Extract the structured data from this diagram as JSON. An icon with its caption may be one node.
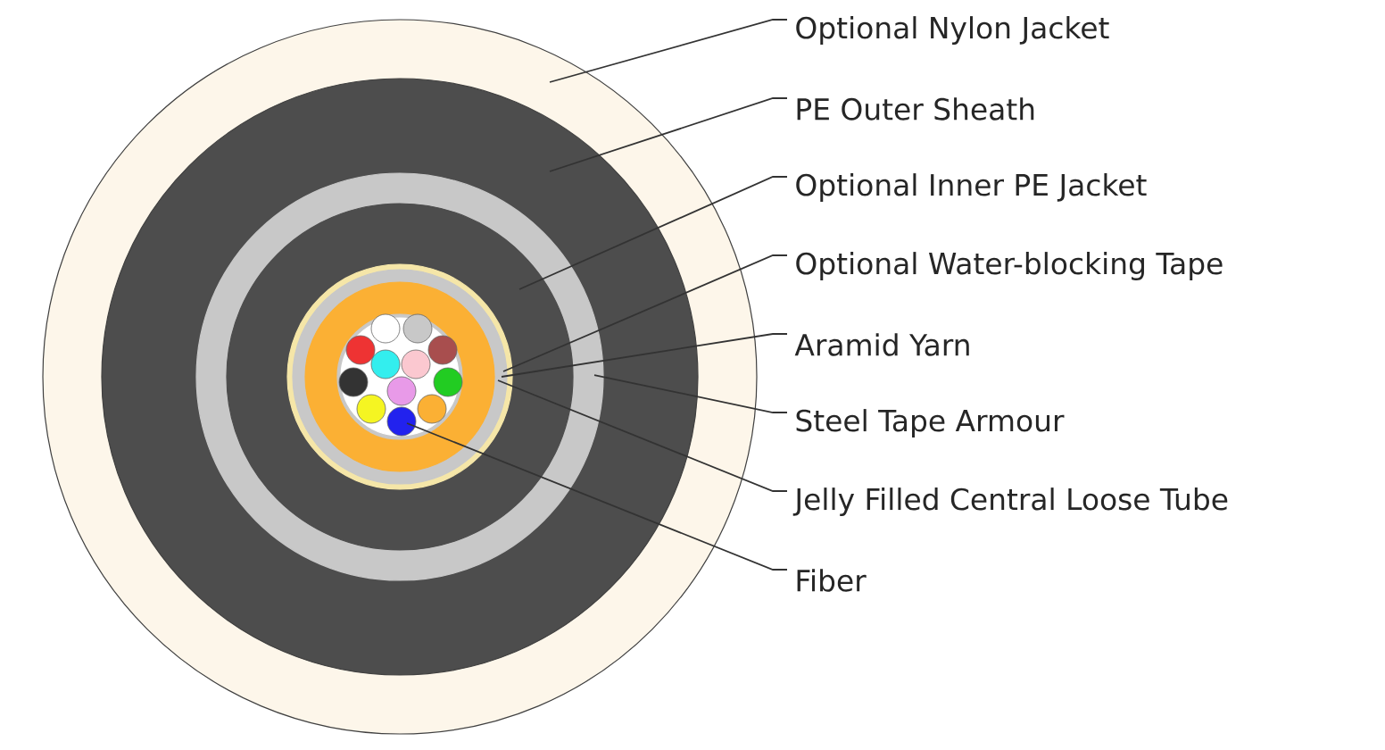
{
  "diagram": {
    "nodes": [
      {
        "text": [
          "Optional Nylon Jacket"
        ]
      },
      {
        "text": [
          "PE Outer Sheath"
        ]
      },
      {
        "text": [
          "Optional Inner PE Jacket"
        ]
      },
      {
        "text": [
          "Optional Water-blocking Tape"
        ]
      },
      {
        "text": [
          "Aramid Yarn"
        ]
      },
      {
        "text": [
          "Steel Tape Armour"
        ]
      },
      {
        "text": [
          "Jelly Filled Central Loose Tube"
        ]
      },
      {
        "text": [
          "Fiber"
        ]
      }
    ],
    "edges": [
      {
        "from": 0,
        "to": null,
        "arrow": "none"
      },
      {
        "from": 1,
        "to": null,
        "arrow": "none"
      },
      {
        "from": 2,
        "to": null,
        "arrow": "none"
      },
      {
        "from": 3,
        "to": null,
        "arrow": "none"
      },
      {
        "from": 4,
        "to": null,
        "arrow": "none"
      },
      {
        "from": 5,
        "to": null,
        "arrow": "none"
      },
      {
        "from": 6,
        "to": null,
        "arrow": "none"
      },
      {
        "from": 7,
        "to": null,
        "arrow": "none"
      }
    ]
  }
}
